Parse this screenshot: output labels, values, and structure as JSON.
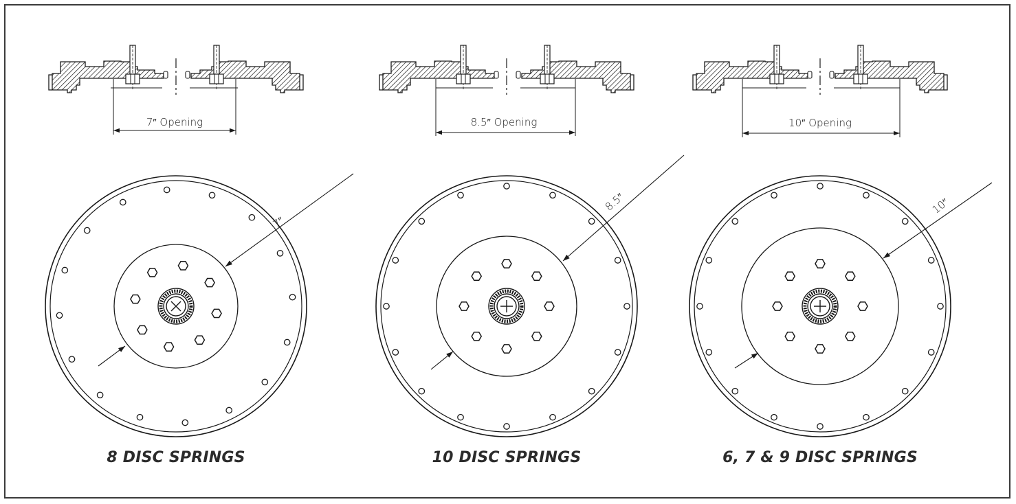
{
  "panels": [
    {
      "id": "a",
      "opening_label": "7″ Opening",
      "radius_label": "7″",
      "caption": "8 DISC SPRINGS",
      "outer_bolts": 16,
      "inner_bolts": 8
    },
    {
      "id": "b",
      "opening_label": "8.5″ Opening",
      "radius_label": "8.5″",
      "caption": "10 DISC SPRINGS",
      "outer_bolts": 16,
      "inner_bolts": 8
    },
    {
      "id": "c",
      "opening_label": "10″ Opening",
      "radius_label": "10″",
      "caption": "6, 7 & 9 DISC SPRINGS",
      "outer_bolts": 16,
      "inner_bolts": 8
    }
  ],
  "colors": {
    "line": "#1a1a1a",
    "text": "#222222",
    "caption": "#2b2b2b",
    "hatch": "#1a1a1a",
    "background": "#ffffff"
  },
  "icons": {
    "hub": "center-spline-hub-icon",
    "bolt": "hex-bolt-icon",
    "hole": "bolt-hole-icon"
  }
}
